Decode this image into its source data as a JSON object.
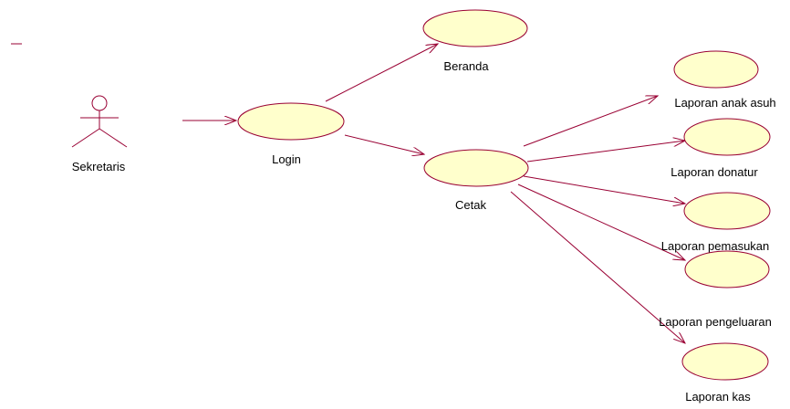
{
  "diagram": {
    "actor": {
      "label": "Sekretaris"
    },
    "use_cases": {
      "login": "Login",
      "beranda": "Beranda",
      "cetak": "Cetak",
      "laporan_anak_asuh": "Laporan anak asuh",
      "laporan_donatur": "Laporan donatur",
      "laporan_pemasukan": "Laporan pemasukan",
      "laporan_pengeluaran": "Laporan pengeluaran",
      "laporan_kas": "Laporan kas"
    },
    "colors": {
      "use_case_fill": "#ffffcc",
      "line": "#990033",
      "text": "#000000"
    }
  }
}
